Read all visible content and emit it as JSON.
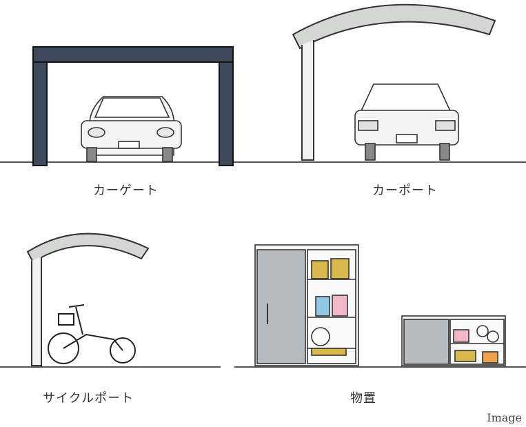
{
  "panels": [
    {
      "label": "カーゲート"
    },
    {
      "label": "カーポート"
    },
    {
      "label": "サイクルポート"
    },
    {
      "label": "物置"
    }
  ],
  "footer_note": "Image",
  "colors": {
    "gate_frame": "#3c4a5c",
    "roof_fill": "#d4d6d4",
    "ground": "#555555",
    "shed_door": "#b9bcbf",
    "box_yellow": "#d8b84a",
    "pink": "#f2b7c8",
    "blue": "#8fc9e6",
    "orange": "#f0a24a"
  }
}
